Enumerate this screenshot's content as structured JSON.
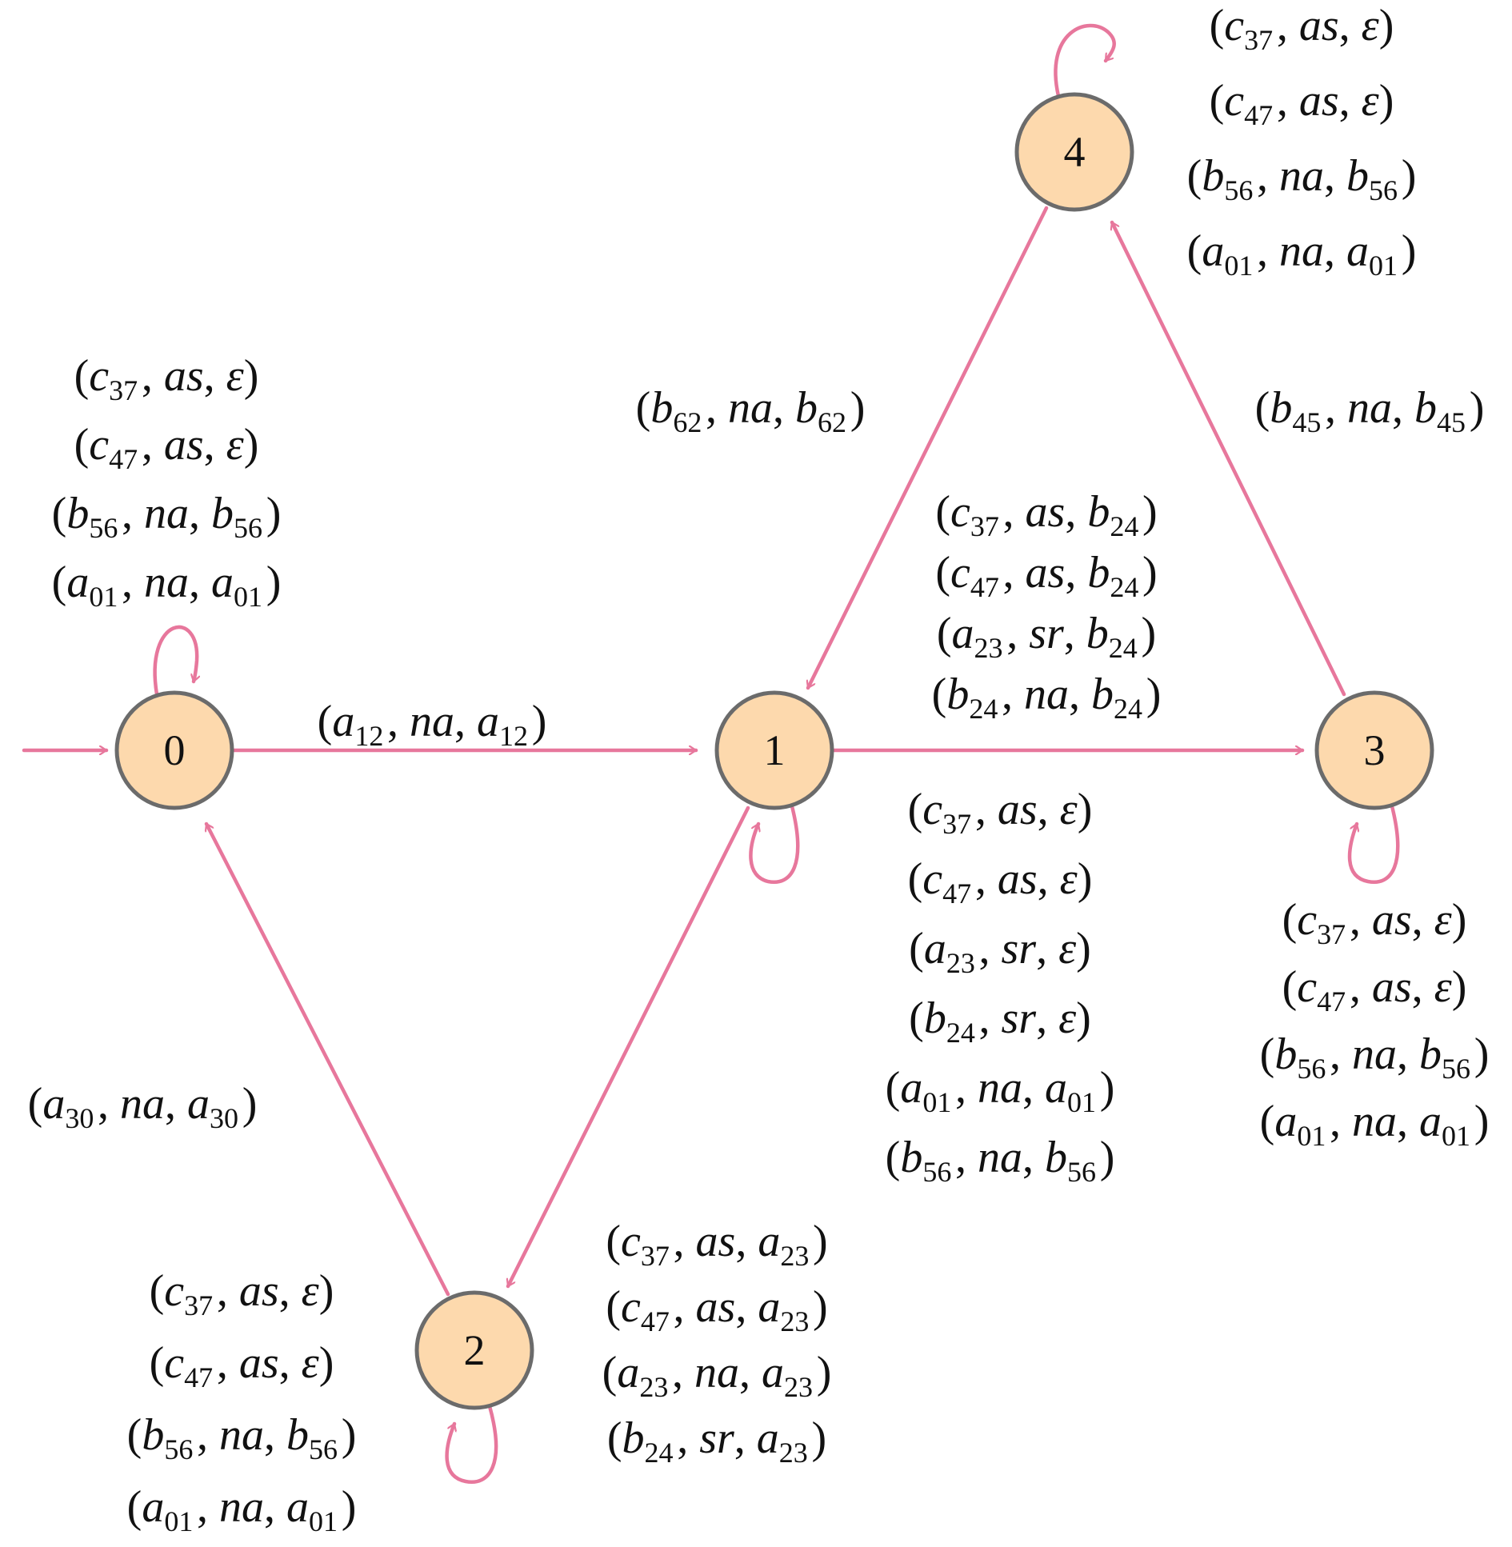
{
  "colors": {
    "edge": "#e7779c",
    "node_fill": "#fdd9ad",
    "node_stroke": "#6b6b6b",
    "text": "#111111"
  },
  "nodes": [
    {
      "id": "0",
      "label": "0"
    },
    {
      "id": "1",
      "label": "1"
    },
    {
      "id": "2",
      "label": "2"
    },
    {
      "id": "3",
      "label": "3"
    },
    {
      "id": "4",
      "label": "4"
    }
  ],
  "edges": [
    {
      "id": "start",
      "from": null,
      "to": "0",
      "labels": []
    },
    {
      "id": "e0-1",
      "from": "0",
      "to": "1",
      "labels": [
        "(a12, na, a12)"
      ]
    },
    {
      "id": "e1-3",
      "from": "1",
      "to": "3",
      "labels": [
        "(c37, as, b24)",
        "(c47, as, b24)",
        "(a23, sr, b24)",
        "(b24, na, b24)"
      ]
    },
    {
      "id": "e3-4",
      "from": "3",
      "to": "4",
      "labels": [
        "(b45, na, b45)"
      ]
    },
    {
      "id": "e4-1",
      "from": "4",
      "to": "1",
      "labels": [
        "(b62, na, b62)"
      ]
    },
    {
      "id": "e1-2",
      "from": "1",
      "to": "2",
      "labels": [
        "(c37, as, a23)",
        "(c47, as, a23)",
        "(a23, na, a23)",
        "(b24, sr, a23)"
      ]
    },
    {
      "id": "e2-0",
      "from": "2",
      "to": "0",
      "labels": [
        "(a30, na, a30)"
      ]
    },
    {
      "id": "loop0",
      "from": "0",
      "to": "0",
      "labels": [
        "(c37, as, ε)",
        "(c47, as, ε)",
        "(b56, na, b56)",
        "(a01, na, a01)"
      ]
    },
    {
      "id": "loop1",
      "from": "1",
      "to": "1",
      "labels": [
        "(c37, as, ε)",
        "(c47, as, ε)",
        "(a23, sr, ε)",
        "(b24, sr, ε)",
        "(a01, na, a01)",
        "(b56, na, b56)"
      ]
    },
    {
      "id": "loop2",
      "from": "2",
      "to": "2",
      "labels": [
        "(c37, as, ε)",
        "(c47, as, ε)",
        "(b56, na, b56)",
        "(a01, na, a01)"
      ]
    },
    {
      "id": "loop3",
      "from": "3",
      "to": "3",
      "labels": [
        "(c37, as, ε)",
        "(c47, as, ε)",
        "(b56, na, b56)",
        "(a01, na, a01)"
      ]
    },
    {
      "id": "loop4",
      "from": "4",
      "to": "4",
      "labels": [
        "(c37, as, ε)",
        "(c47, as, ε)",
        "(b56, na, b56)",
        "(a01, na, a01)"
      ]
    }
  ]
}
